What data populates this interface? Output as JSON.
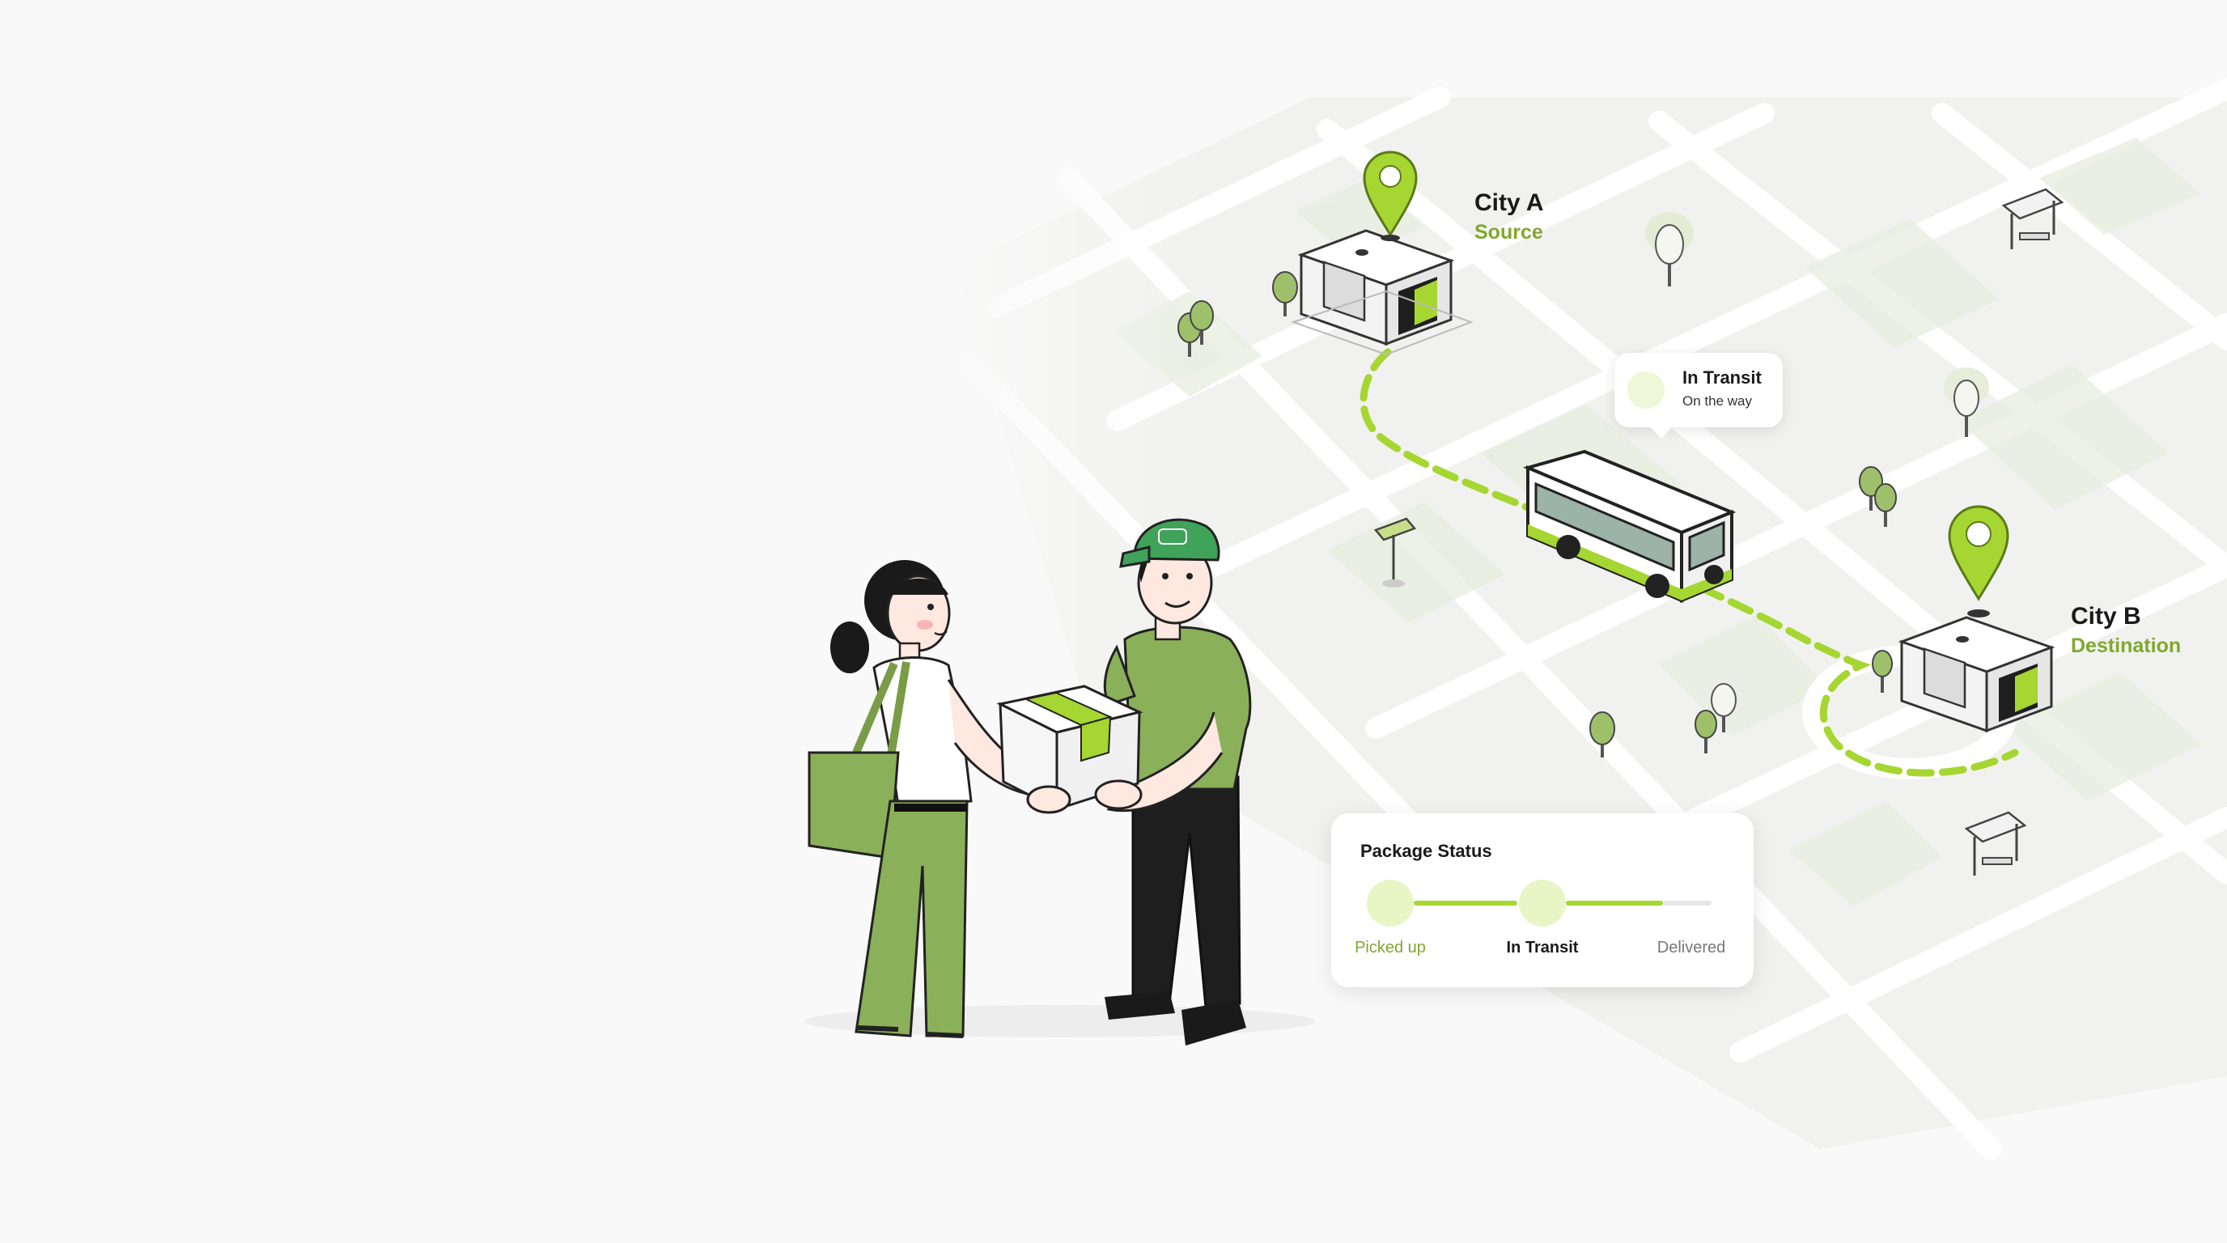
{
  "locations": {
    "source": {
      "city": "City A",
      "role": "Source"
    },
    "destination": {
      "city": "City B",
      "role": "Destination"
    }
  },
  "transit_bubble": {
    "title": "In Transit",
    "subtitle": "On the way",
    "icon": "package-icon"
  },
  "package_status": {
    "title": "Package Status",
    "steps": [
      {
        "label": "Picked up",
        "icon": "package-icon",
        "state": "done"
      },
      {
        "label": "In Transit",
        "icon": "bus-icon",
        "state": "current"
      },
      {
        "label": "Delivered",
        "icon": "location-pin-icon",
        "state": "pending"
      }
    ]
  },
  "colors": {
    "accent": "#a6d631",
    "accent_dark": "#7fa82e",
    "uniform_green": "#8bb05a",
    "background": "#f9f9f9"
  }
}
